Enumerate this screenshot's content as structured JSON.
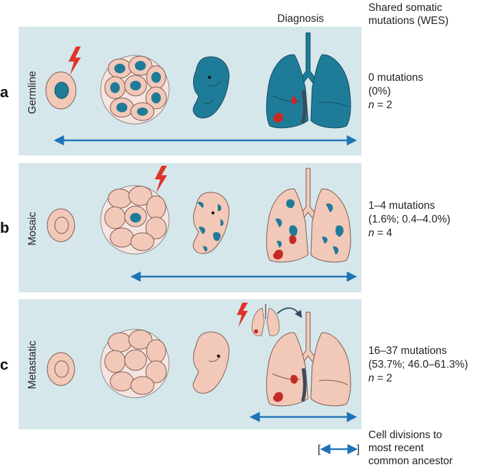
{
  "header": {
    "diagnosis_label": "Diagnosis",
    "shared_label_line1": "Shared somatic",
    "shared_label_line2": "mutations (WES)"
  },
  "rows": [
    {
      "letter": "a",
      "label": "Germline",
      "mutations": "0 mutations",
      "percent": "(0%)",
      "n_symbol": "n",
      "n_value": " = 2"
    },
    {
      "letter": "b",
      "label": "Mosaic",
      "mutations": "1–4 mutations",
      "percent": "(1.6%; 0.4–4.0%)",
      "n_symbol": "n",
      "n_value": " = 4"
    },
    {
      "letter": "c",
      "label": "Metastatic",
      "mutations": "16–37 mutations",
      "percent": "(53.7%; 46.0–61.3%)",
      "n_symbol": "n",
      "n_value": " = 2"
    }
  ],
  "legend": {
    "bracket_open": "[",
    "bracket_close": "]",
    "line1": "Cell divisions to",
    "line2": "most recent",
    "line3": "common ancestor"
  },
  "colors": {
    "panel_bg": "#d5e7eb",
    "mutant_blue": "#1f7c99",
    "arrow_blue": "#1e73b8",
    "skin": "#f2c8b8",
    "lightning_red": "#e0342a",
    "tumor_red": "#c52a25"
  }
}
